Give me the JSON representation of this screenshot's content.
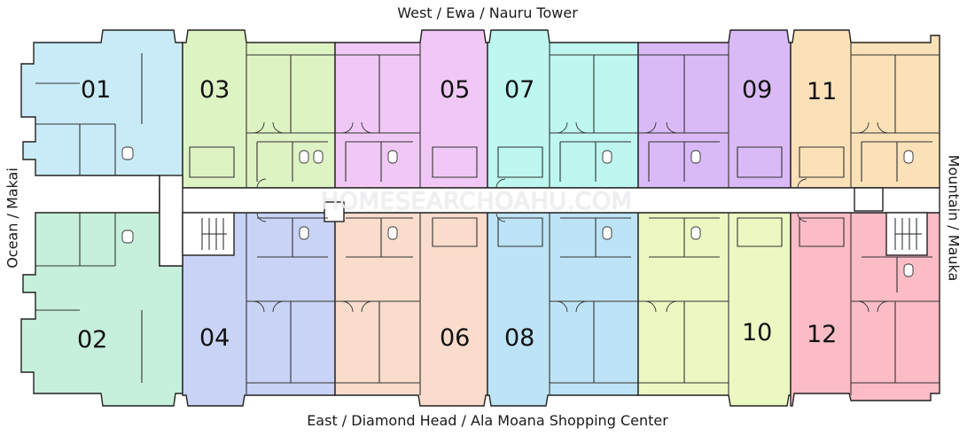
{
  "orientation": {
    "top": "West / Ewa / Nauru Tower",
    "bottom": "East / Diamond Head / Ala Moana Shopping Center",
    "left": "Ocean / Makai",
    "right": "Mountain / Mauka"
  },
  "watermark": "HOMESEARCHOAHU.COM",
  "units": [
    {
      "number": "01",
      "color": "#c9ebf7"
    },
    {
      "number": "02",
      "color": "#c6efdc"
    },
    {
      "number": "03",
      "color": "#def3c3"
    },
    {
      "number": "04",
      "color": "#c8d3f5"
    },
    {
      "number": "05",
      "color": "#f0c8f5"
    },
    {
      "number": "06",
      "color": "#f9dccb"
    },
    {
      "number": "07",
      "color": "#bdf7ef"
    },
    {
      "number": "08",
      "color": "#bde3f6"
    },
    {
      "number": "09",
      "color": "#d9baf6"
    },
    {
      "number": "10",
      "color": "#ecf8c2"
    },
    {
      "number": "11",
      "color": "#fbe1b8"
    },
    {
      "number": "12",
      "color": "#fbbcc5"
    }
  ]
}
